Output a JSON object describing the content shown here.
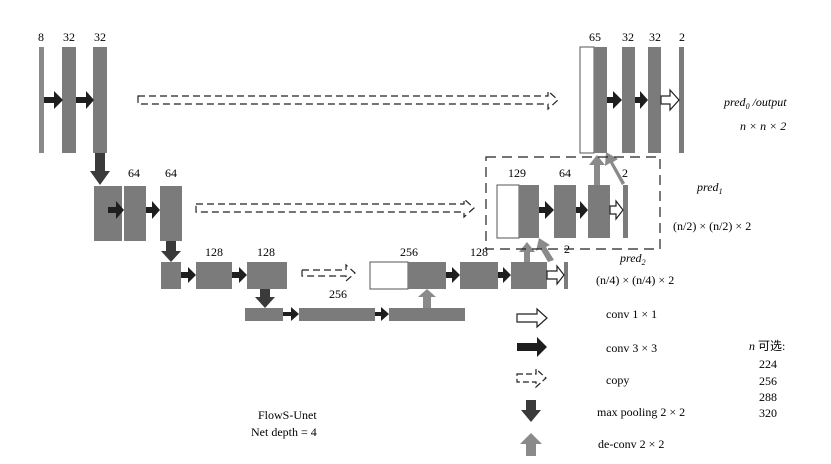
{
  "colors": {
    "block": "#7b7b7b",
    "arrow": "#1e1e1e",
    "upconv": "#8a8a8a",
    "dash": "#222222",
    "blank": "#ffffff"
  },
  "encoder": {
    "l1": {
      "c_in": "8",
      "c1": "32",
      "c2": "32"
    },
    "l2": {
      "c1": "64",
      "c2": "64"
    },
    "l3": {
      "c1": "128",
      "c2": "128"
    },
    "bottom": {
      "c1": "256"
    }
  },
  "decoder": {
    "l3": {
      "concat": "256",
      "c1": "128",
      "out": "2"
    },
    "l2": {
      "concat": "129",
      "c1": "64",
      "out": "2"
    },
    "l1": {
      "concat": "65",
      "c1": "32",
      "c2": "32",
      "out": "2"
    }
  },
  "outputs": {
    "pred0": {
      "name": "pred",
      "sub": "0",
      "suffix": " /output",
      "size": "n × n × 2"
    },
    "pred1": {
      "name": "pred",
      "sub": "1",
      "size": "(n/2) × (n/2) × 2"
    },
    "pred2": {
      "name": "pred",
      "sub": "2",
      "size": "(n/4) × (n/4) × 2"
    }
  },
  "legend": [
    {
      "icon": "conv1x1-arrow-icon",
      "label": "conv 1 × 1"
    },
    {
      "icon": "conv3x3-arrow-icon",
      "label": "conv 3 × 3"
    },
    {
      "icon": "copy-arrow-icon",
      "label": "copy"
    },
    {
      "icon": "max-pooling-arrow-icon",
      "label": "max pooling 2 × 2"
    },
    {
      "icon": "deconv-arrow-icon",
      "label": "de-conv 2 × 2"
    }
  ],
  "n_options": {
    "title_var": "n",
    "title_text": " 可选:",
    "values": [
      "224",
      "256",
      "288",
      "320"
    ]
  },
  "caption": {
    "line1": "FlowS-Unet",
    "line2": "Net depth = 4"
  }
}
